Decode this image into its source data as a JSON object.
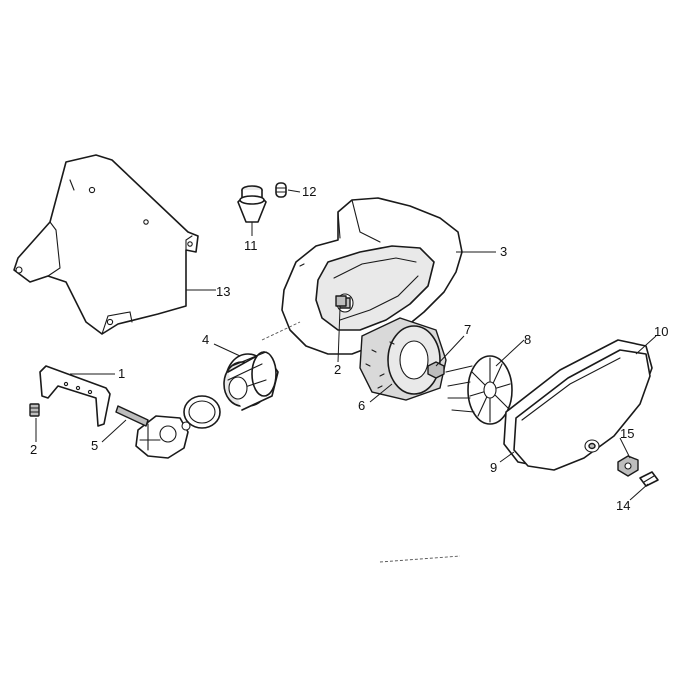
{
  "callouts": [
    {
      "id": "c1",
      "text": "1"
    },
    {
      "id": "c2a",
      "text": "2"
    },
    {
      "id": "c2b",
      "text": "2"
    },
    {
      "id": "c3",
      "text": "3"
    },
    {
      "id": "c4",
      "text": "4"
    },
    {
      "id": "c5",
      "text": "5"
    },
    {
      "id": "c6",
      "text": "6"
    },
    {
      "id": "c7",
      "text": "7"
    },
    {
      "id": "c8",
      "text": "8"
    },
    {
      "id": "c9",
      "text": "9"
    },
    {
      "id": "c10",
      "text": "10"
    },
    {
      "id": "c11",
      "text": "11"
    },
    {
      "id": "c12",
      "text": "12"
    },
    {
      "id": "c13",
      "text": "13"
    },
    {
      "id": "c14",
      "text": "14"
    },
    {
      "id": "c15",
      "text": "15"
    }
  ]
}
